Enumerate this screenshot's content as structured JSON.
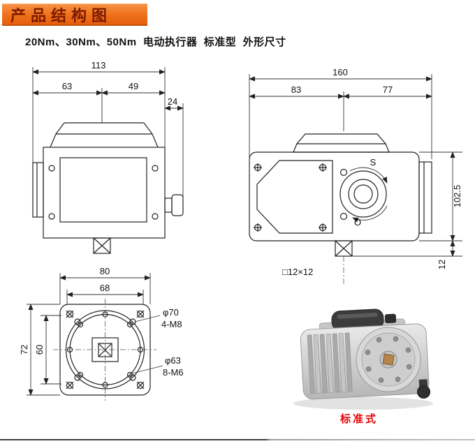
{
  "header": {
    "title": "产品结构图"
  },
  "subtitle": "20Nm、30Nm、50Nm  电动执行器  标准型  外形尺寸",
  "front_view": {
    "dim_total_width": "113",
    "dim_left_width": "63",
    "dim_right_width": "49",
    "dim_gland": "24"
  },
  "side_view": {
    "dim_total_length": "160",
    "dim_left_length": "83",
    "dim_right_length": "77",
    "dim_height": "102.5",
    "dim_shaft_height": "12",
    "shaft_size_label": "□12×12",
    "shut_mark": "S",
    "open_mark": "O"
  },
  "bottom_view": {
    "dim_outer_width": "80",
    "dim_hole_width": "68",
    "dim_outer_height": "72",
    "dim_hole_height": "60",
    "bolt_circle_1_dia": "φ70",
    "bolt_circle_1_spec": "4-M8",
    "bolt_circle_2_dia": "φ63",
    "bolt_circle_2_spec": "8-M6"
  },
  "photo": {
    "caption": "标准式"
  },
  "colors": {
    "banner_gradient_top": "#f79447",
    "banner_gradient_bottom": "#e35c0e",
    "banner_text": "#7c1a00",
    "caption_text": "#ea0000"
  }
}
